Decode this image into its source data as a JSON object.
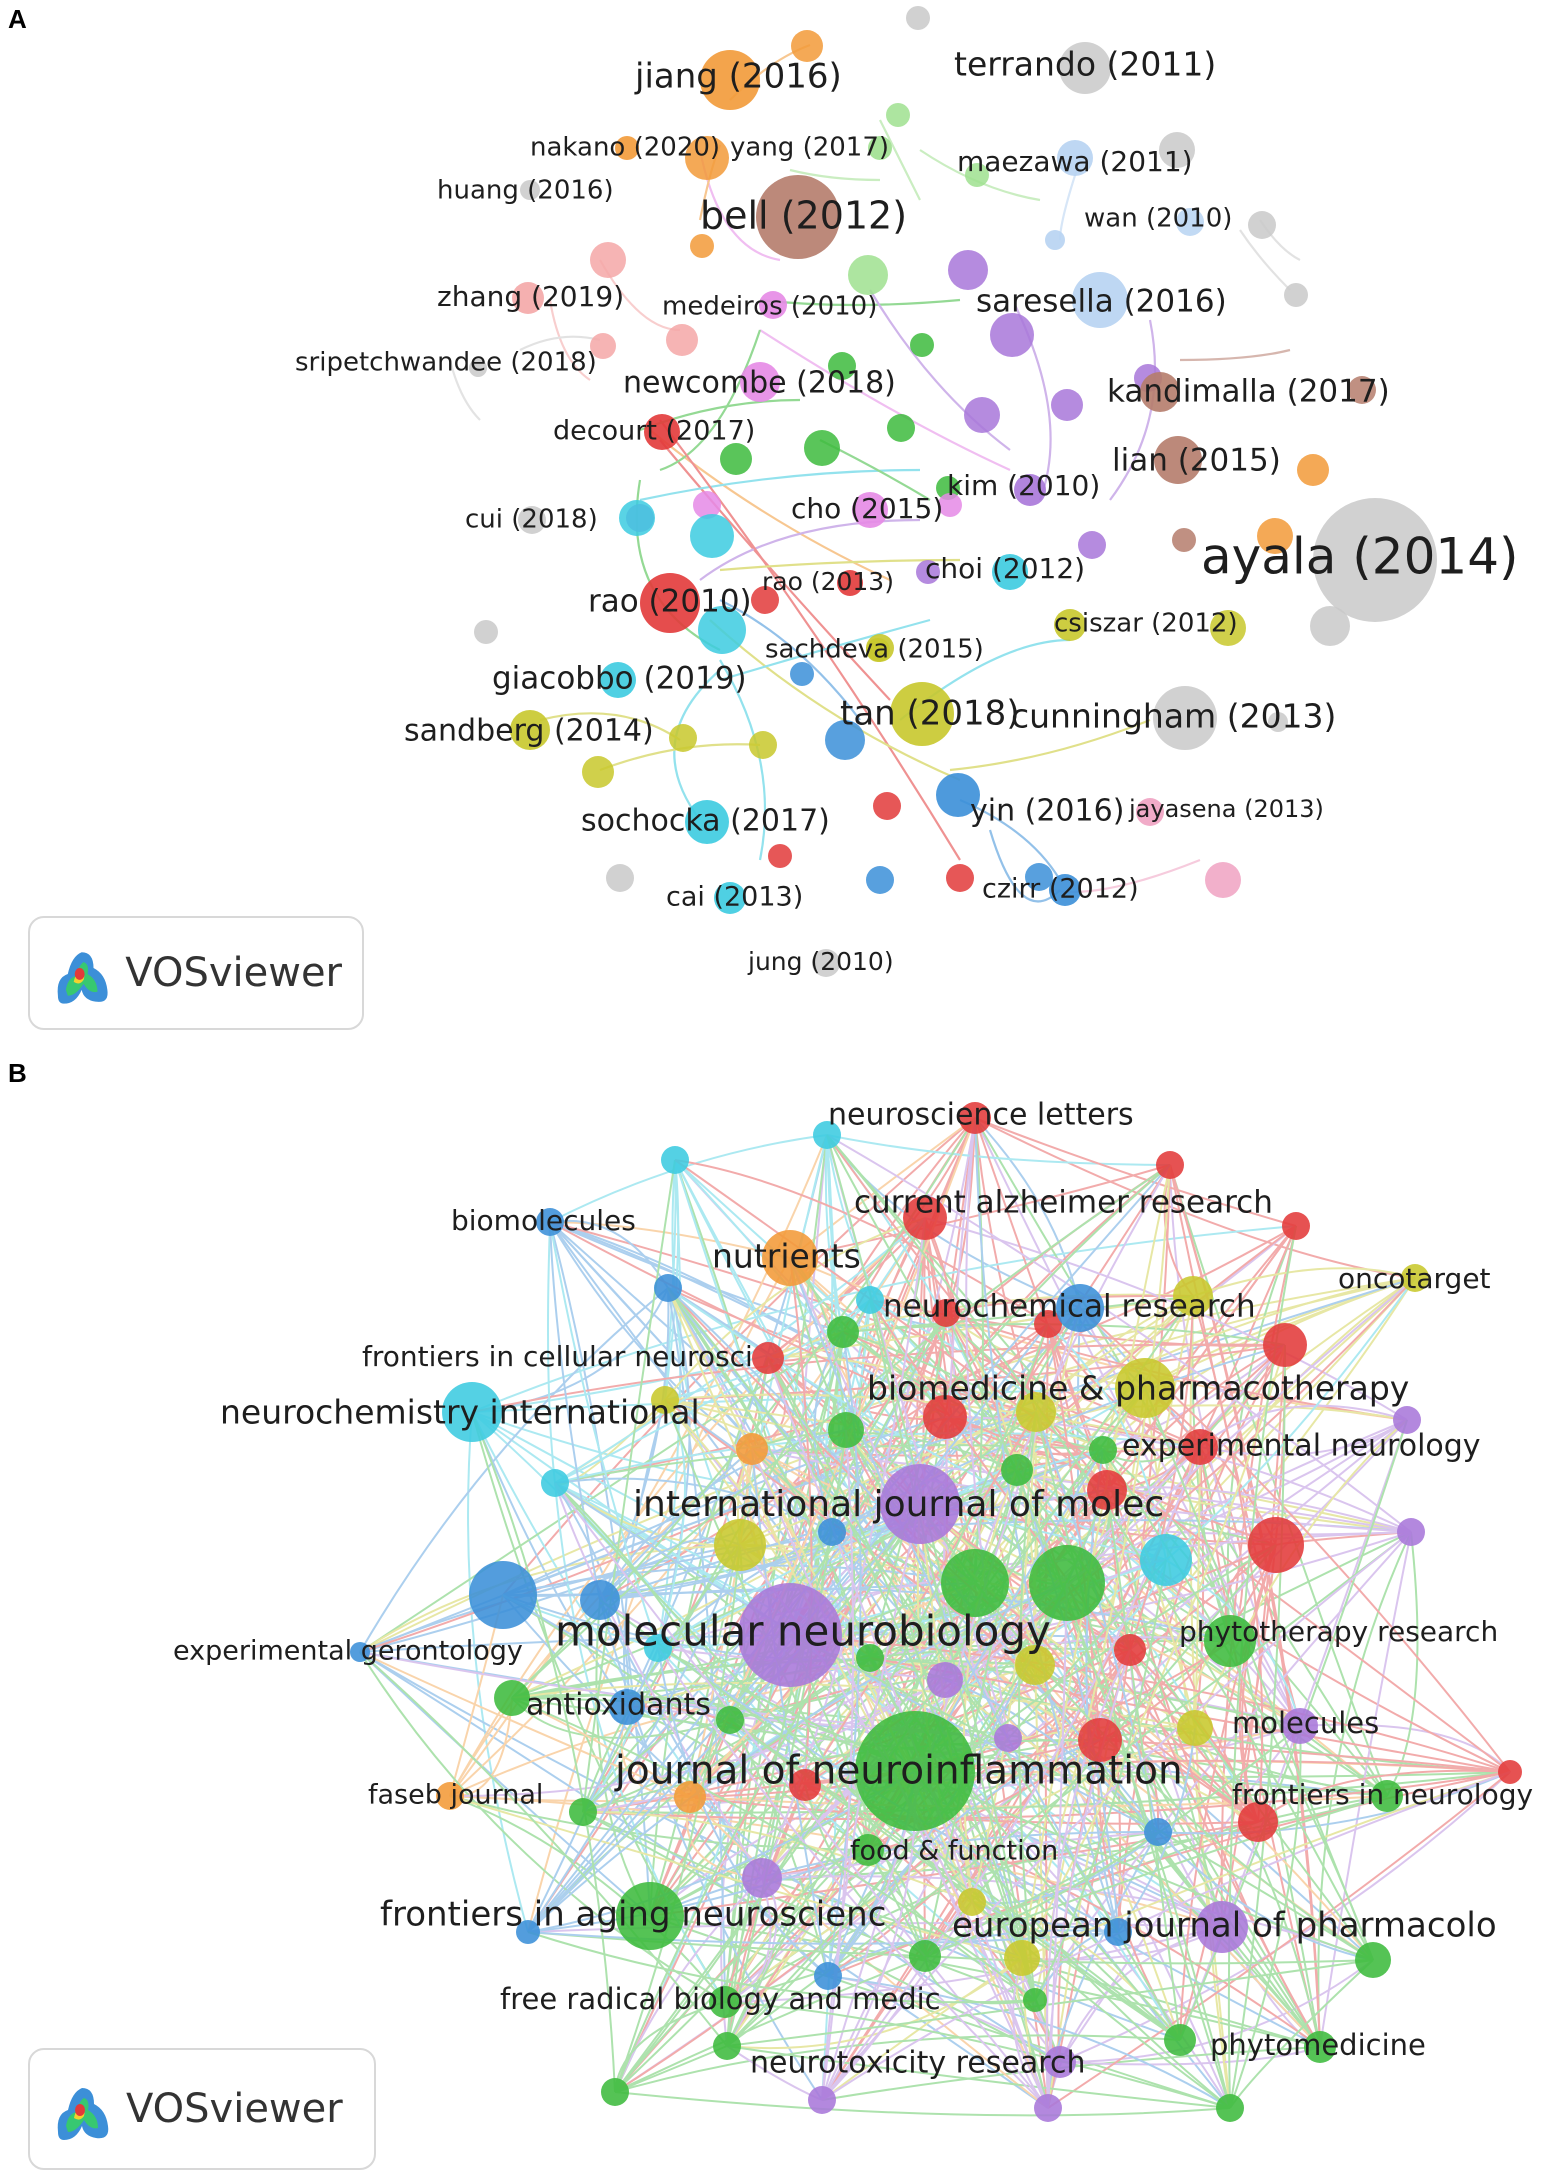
{
  "panels": {
    "a": {
      "letter": "A",
      "badge": "VOSviewer"
    },
    "b": {
      "letter": "B",
      "badge": "VOSviewer"
    }
  },
  "colors": {
    "red": "#e23a3a",
    "green": "#3dbb3d",
    "blue": "#3b8fd8",
    "yellow": "#c8c82c",
    "purple": "#a877d9",
    "cyan": "#3ccbe0",
    "orange": "#f29a38",
    "brown": "#b57c6c",
    "pink": "#f0a2c2",
    "magenta": "#e58ae6",
    "gray": "#c9c9c9",
    "lightgreen": "#9fe08f",
    "lightblue": "#b7d3f2",
    "salmon": "#f4a7a7"
  },
  "network_a": {
    "nodes": [
      {
        "label": "ayala (2014)",
        "cluster": "gray"
      },
      {
        "label": "terrando (2011)",
        "cluster": "gray"
      },
      {
        "label": "jiang (2016)",
        "cluster": "orange"
      },
      {
        "label": "nakano (2020)",
        "cluster": "orange"
      },
      {
        "label": "yang (2017)",
        "cluster": "lightgreen"
      },
      {
        "label": "maezawa (2011)",
        "cluster": "lightblue"
      },
      {
        "label": "huang (2016)",
        "cluster": "gray"
      },
      {
        "label": "bell (2012)",
        "cluster": "brown"
      },
      {
        "label": "wan (2010)",
        "cluster": "lightblue"
      },
      {
        "label": "zhang (2019)",
        "cluster": "salmon"
      },
      {
        "label": "medeiros (2010)",
        "cluster": "magenta"
      },
      {
        "label": "saresella (2016)",
        "cluster": "lightblue"
      },
      {
        "label": "sripetchwandee (2018)",
        "cluster": "gray"
      },
      {
        "label": "newcombe (2018)",
        "cluster": "magenta"
      },
      {
        "label": "kandimalla (2017)",
        "cluster": "brown"
      },
      {
        "label": "decourt (2017)",
        "cluster": "red"
      },
      {
        "label": "lian (2015)",
        "cluster": "brown"
      },
      {
        "label": "kim (2010)",
        "cluster": "purple"
      },
      {
        "label": "cho (2015)",
        "cluster": "magenta"
      },
      {
        "label": "cui (2018)",
        "cluster": "gray"
      },
      {
        "label": "choi (2012)",
        "cluster": "cyan"
      },
      {
        "label": "rao (2013)",
        "cluster": "red"
      },
      {
        "label": "rao (2010)",
        "cluster": "red"
      },
      {
        "label": "csiszar (2012)",
        "cluster": "yellow"
      },
      {
        "label": "sachdeva (2015)",
        "cluster": "yellow"
      },
      {
        "label": "giacobbo (2019)",
        "cluster": "cyan"
      },
      {
        "label": "tan (2018)",
        "cluster": "yellow"
      },
      {
        "label": "cunningham (2013)",
        "cluster": "gray"
      },
      {
        "label": "sandberg (2014)",
        "cluster": "yellow"
      },
      {
        "label": "sochocka (2017)",
        "cluster": "cyan"
      },
      {
        "label": "yin (2016)",
        "cluster": "blue"
      },
      {
        "label": "jayasena (2013)",
        "cluster": "pink"
      },
      {
        "label": "cai (2013)",
        "cluster": "cyan"
      },
      {
        "label": "czirr (2012)",
        "cluster": "blue"
      },
      {
        "label": "jung (2010)",
        "cluster": "gray"
      }
    ]
  },
  "network_b": {
    "nodes": [
      {
        "label": "neuroscience letters",
        "cluster": "red"
      },
      {
        "label": "current alzheimer research",
        "cluster": "red"
      },
      {
        "label": "biomolecules",
        "cluster": "blue"
      },
      {
        "label": "nutrients",
        "cluster": "orange"
      },
      {
        "label": "oncotarget",
        "cluster": "yellow"
      },
      {
        "label": "neurochemical research",
        "cluster": "blue"
      },
      {
        "label": "frontiers in cellular neurosci",
        "cluster": "red"
      },
      {
        "label": "biomedicine & pharmacotherapy",
        "cluster": "yellow"
      },
      {
        "label": "neurochemistry international",
        "cluster": "cyan"
      },
      {
        "label": "experimental neurology",
        "cluster": "red"
      },
      {
        "label": "international journal of molec",
        "cluster": "purple"
      },
      {
        "label": "experimental gerontology",
        "cluster": "blue"
      },
      {
        "label": "molecular neurobiology",
        "cluster": "purple"
      },
      {
        "label": "phytotherapy research",
        "cluster": "green"
      },
      {
        "label": "antioxidants",
        "cluster": "blue"
      },
      {
        "label": "molecules",
        "cluster": "purple"
      },
      {
        "label": "journal of neuroinflammation",
        "cluster": "green"
      },
      {
        "label": "faseb journal",
        "cluster": "orange"
      },
      {
        "label": "frontiers in neurology",
        "cluster": "green"
      },
      {
        "label": "food & function",
        "cluster": "green"
      },
      {
        "label": "frontiers in aging neuroscienc",
        "cluster": "green"
      },
      {
        "label": "european journal of pharmacolo",
        "cluster": "purple"
      },
      {
        "label": "free radical biology and medic",
        "cluster": "green"
      },
      {
        "label": "phytomedicine",
        "cluster": "green"
      },
      {
        "label": "neurotoxicity research",
        "cluster": "purple"
      }
    ]
  }
}
